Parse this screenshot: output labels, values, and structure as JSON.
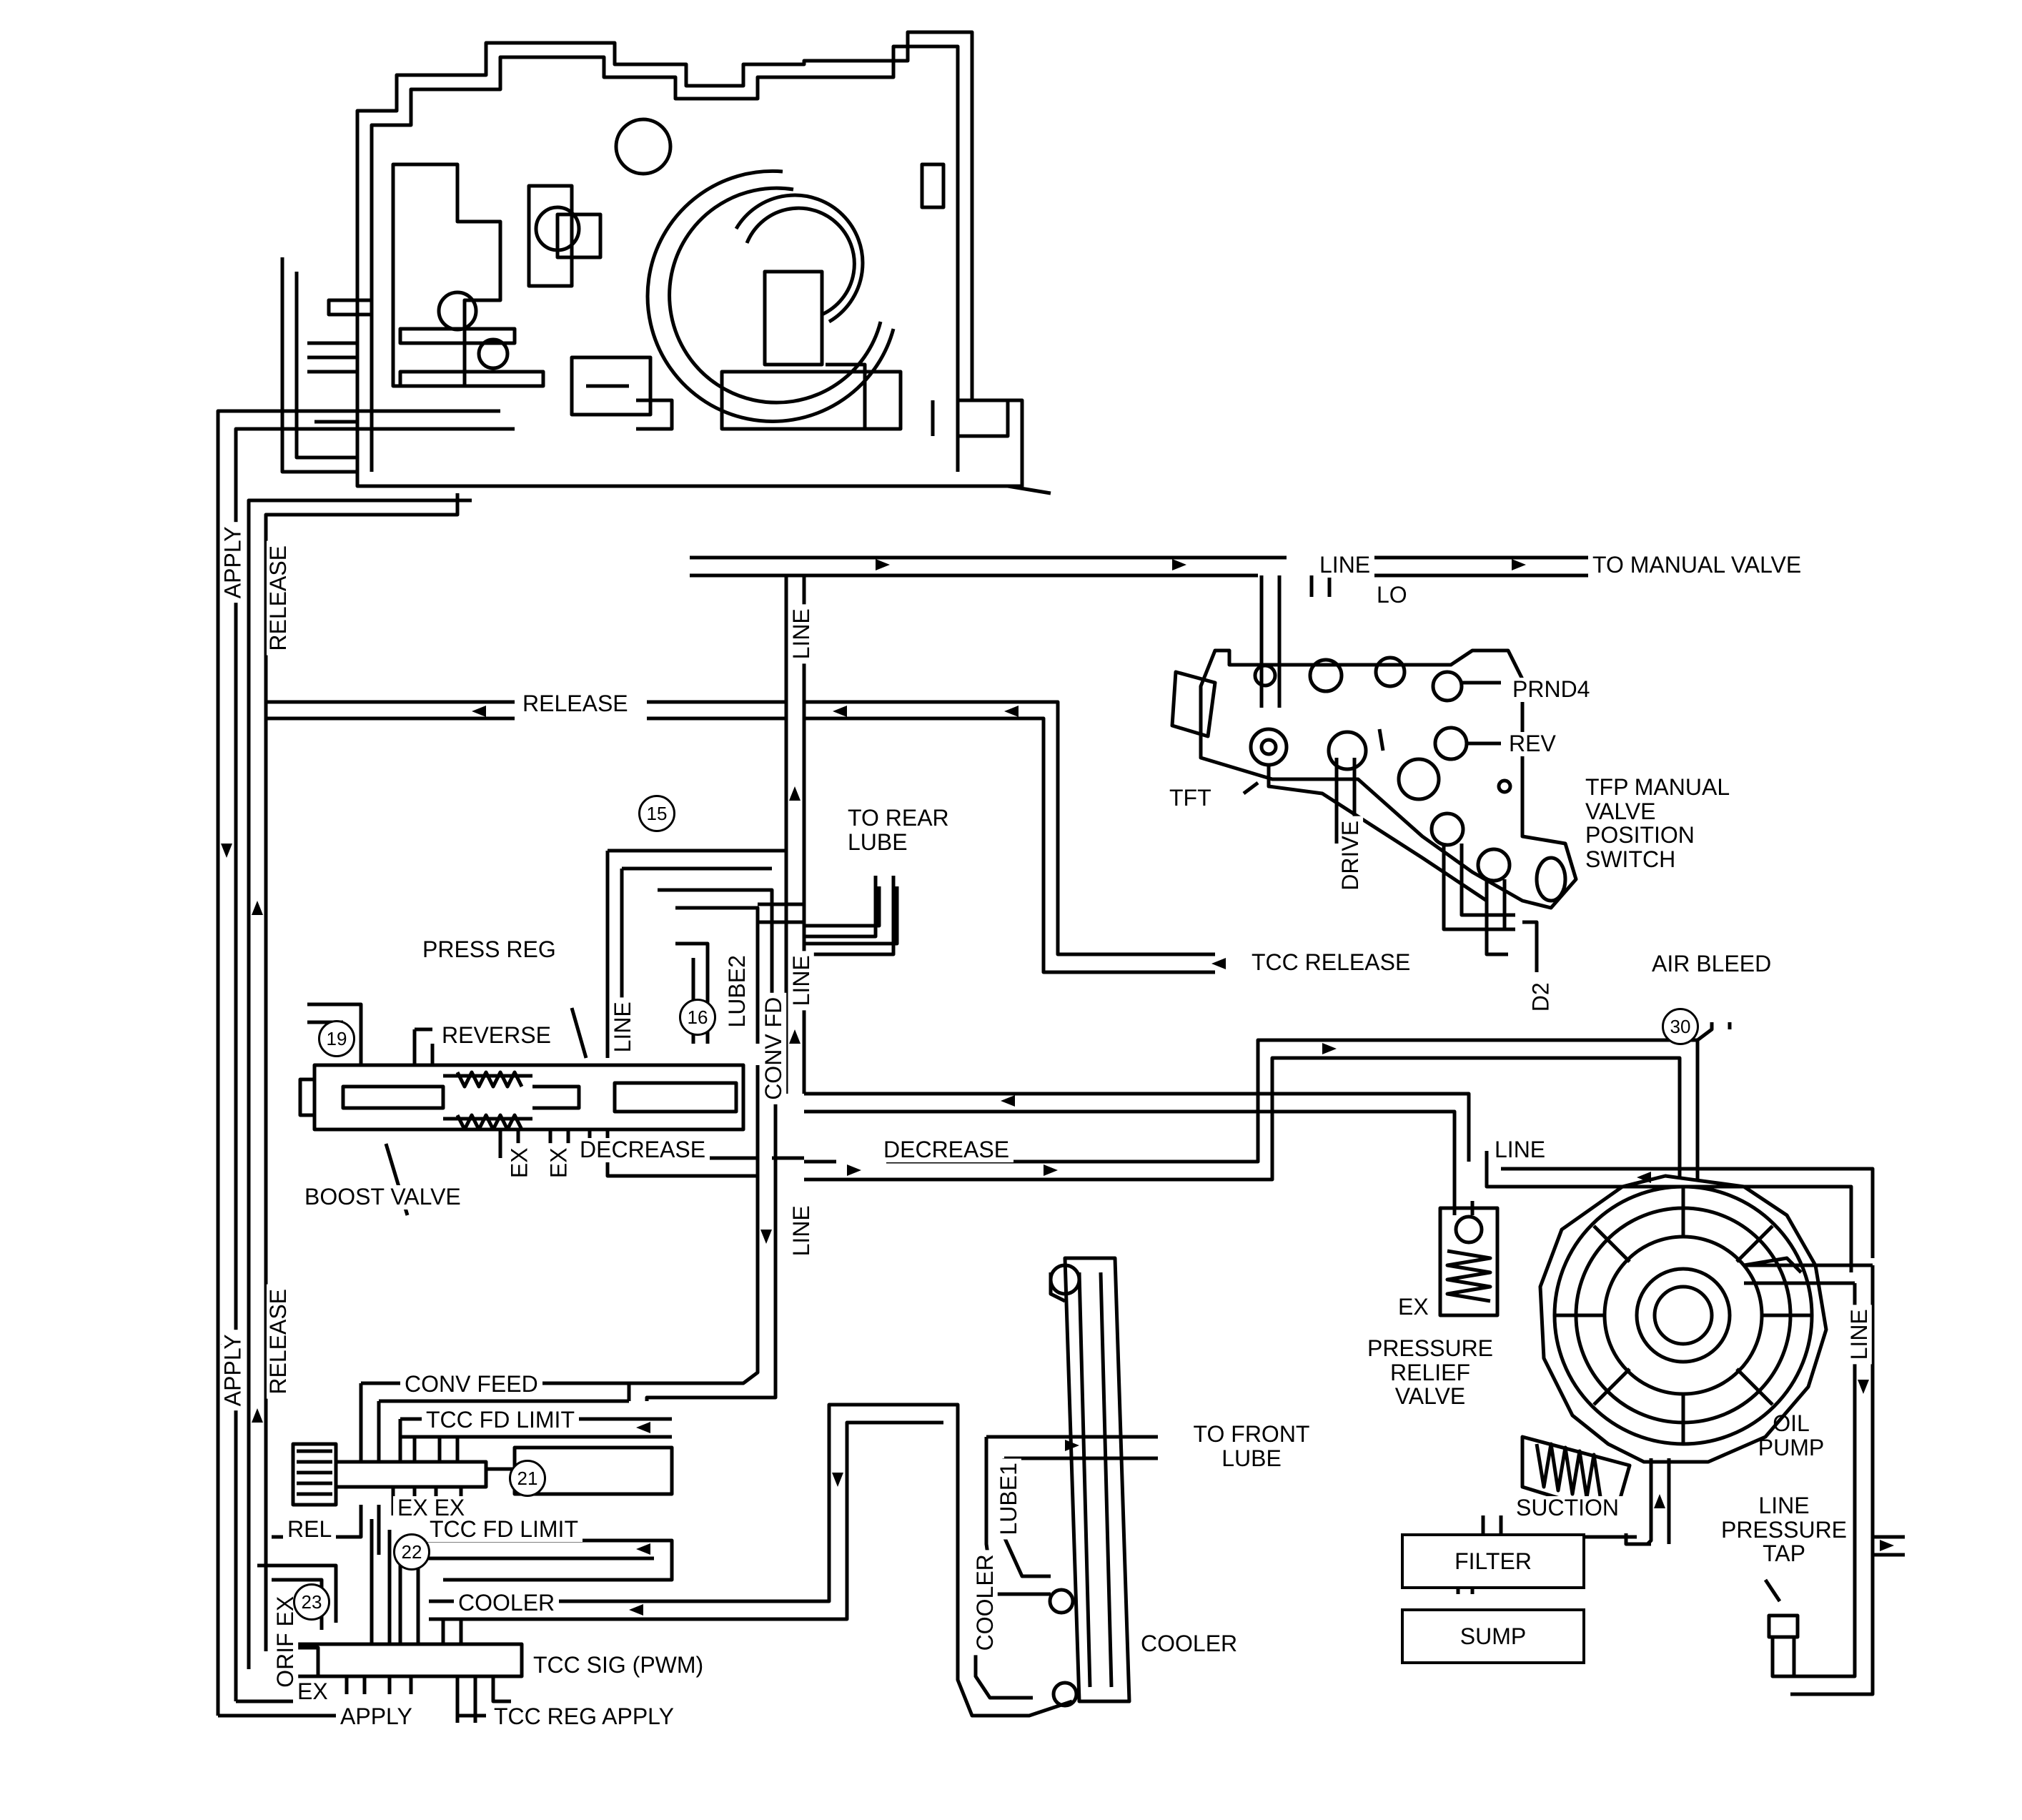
{
  "labels": {
    "line": "LINE",
    "to_manual_valve": "TO MANUAL VALVE",
    "lo": "LO",
    "prnd4": "PRND4",
    "rev": "REV",
    "tft": "TFT",
    "drive": "DRIVE",
    "tfp_manual_valve_position_switch": "TFP MANUAL VALVE POSITION SWITCH",
    "tcc_release": "TCC RELEASE",
    "d2": "D2",
    "air_bleed": "AIR BLEED",
    "release": "RELEASE",
    "apply": "APPLY",
    "to_rear_lube": "TO REAR LUBE",
    "press_reg": "PRESS REG",
    "reverse": "REVERSE",
    "lube2": "LUBE2",
    "conv_fd": "CONV FD",
    "decrease": "DECREASE",
    "ex": "EX",
    "boost_valve": "BOOST VALVE",
    "pressure_relief_valve": "PRESSURE RELIEF VALVE",
    "oil_pump": "OIL PUMP",
    "line_pressure_tap": "LINE PRESSURE TAP",
    "suction": "SUCTION",
    "filter": "FILTER",
    "sump": "SUMP",
    "conv_feed": "CONV FEED",
    "tcc_fd_limit": "TCC FD LIMIT",
    "ex_ex": "EX EX",
    "rel": "REL",
    "cooler": "COOLER",
    "tcc_sig_pwm": "TCC SIG (PWM)",
    "tcc_reg_apply": "TCC REG APPLY",
    "orif_ex": "ORIF EX",
    "to_front_lube": "TO FRONT LUBE",
    "lube1": "LUBE1"
  },
  "check_balls": [
    "15",
    "16",
    "19",
    "21",
    "22",
    "23",
    "30"
  ]
}
